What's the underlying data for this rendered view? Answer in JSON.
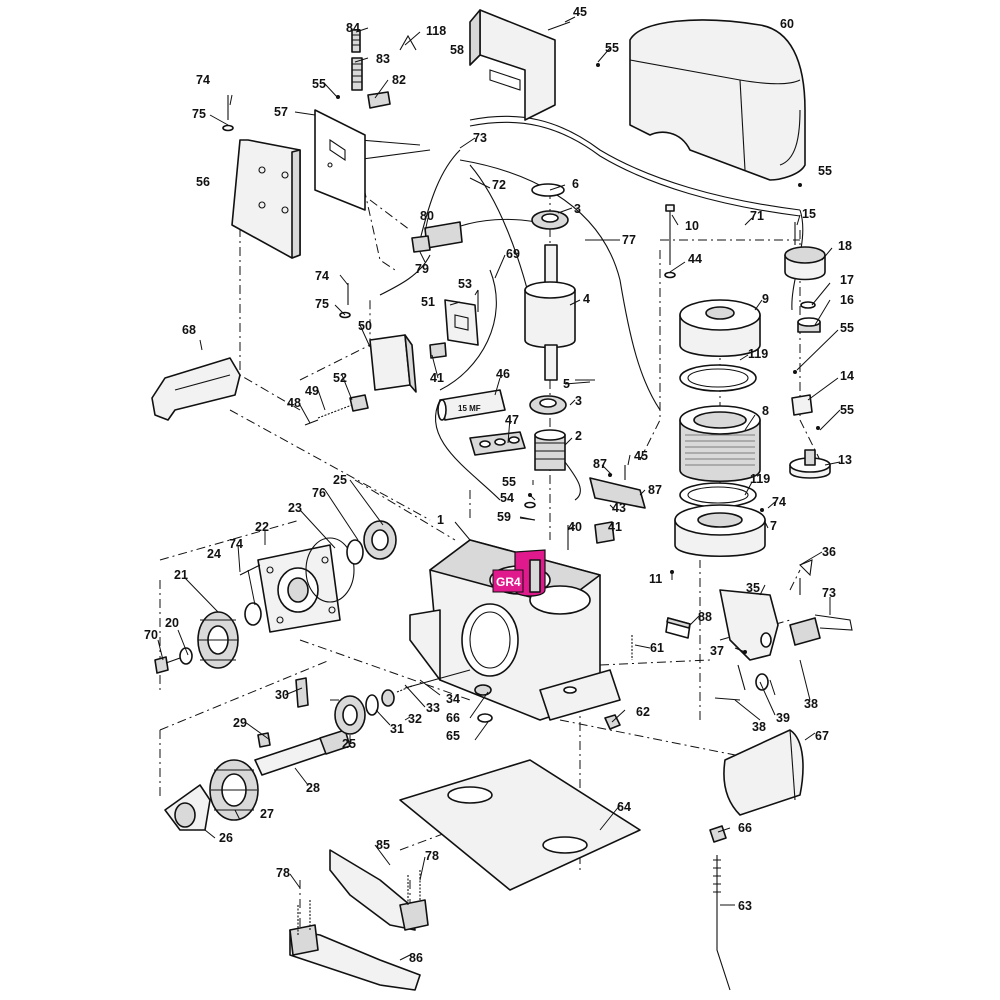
{
  "diagram": {
    "callouts": {
      "c84": "84",
      "c118": "118",
      "c45a": "45",
      "c60": "60",
      "c55a": "55",
      "c58": "58",
      "c83": "83",
      "c74a": "74",
      "c55b": "55",
      "c82": "82",
      "c75a": "75",
      "c57": "57",
      "c73a": "73",
      "c55c": "55",
      "c56": "56",
      "c6": "6",
      "c72": "72",
      "c3a": "3",
      "c10": "10",
      "c71": "71",
      "c15": "15",
      "c80": "80",
      "c77": "77",
      "c18": "18",
      "c69": "69",
      "c44": "44",
      "c79": "79",
      "c74b": "74",
      "c53": "53",
      "c17": "17",
      "c9": "9",
      "c4": "4",
      "c16": "16",
      "c75b": "75",
      "c51": "51",
      "c55d": "55",
      "c68": "68",
      "c50": "50",
      "c119a": "119",
      "c41a": "41",
      "c46": "46",
      "c5": "5",
      "c14": "14",
      "c49": "49",
      "c52": "52",
      "c3b": "3",
      "c48": "48",
      "c8": "8",
      "c55e": "55",
      "c47": "47",
      "c2": "2",
      "c13": "13",
      "c87a": "87",
      "c45b": "45",
      "c119b": "119",
      "c55f": "55",
      "c87b": "87",
      "c54": "54",
      "c74c": "74",
      "c43": "43",
      "c25a": "25",
      "c76": "76",
      "c59": "59",
      "c40": "40",
      "c7": "7",
      "c1": "1",
      "c41b": "41",
      "c23": "23",
      "c22": "22",
      "c36": "36",
      "c74d": "74",
      "c24": "24",
      "c11": "11",
      "c21": "21",
      "c35": "35",
      "c73b": "73",
      "c88": "88",
      "c20": "20",
      "c70": "70",
      "c37": "37",
      "c61": "61",
      "c30": "30",
      "c34": "34",
      "c33": "33",
      "c38a": "38",
      "c66a": "66",
      "c32": "32",
      "c29": "29",
      "c31": "31",
      "c62": "62",
      "c39": "39",
      "c38b": "38",
      "c25b": "25",
      "c65": "65",
      "c67": "67",
      "c28": "28",
      "c27": "27",
      "c64": "64",
      "c26": "26",
      "c66b": "66",
      "c85": "85",
      "c78a": "78",
      "c78b": "78",
      "c63": "63",
      "c86": "86"
    },
    "capacitor_label": "15 MF",
    "highlight_label": "GR4",
    "highlight_color": "#e0198c"
  }
}
